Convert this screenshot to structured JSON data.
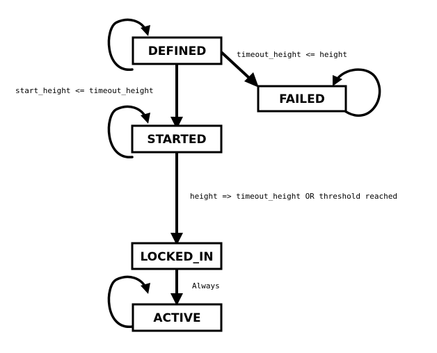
{
  "states": {
    "defined": "DEFINED",
    "failed": "FAILED",
    "started": "STARTED",
    "locked_in": "LOCKED_IN",
    "active": "ACTIVE"
  },
  "transitions": {
    "defined_to_failed": "timeout_height <= height",
    "defined_to_started": "start_height <= timeout_height",
    "started_to_locked_in": "height => timeout_height OR threshold reached",
    "locked_in_to_active": "Always"
  },
  "colors": {
    "line": "#000000",
    "box_fill": "#ffffff"
  }
}
